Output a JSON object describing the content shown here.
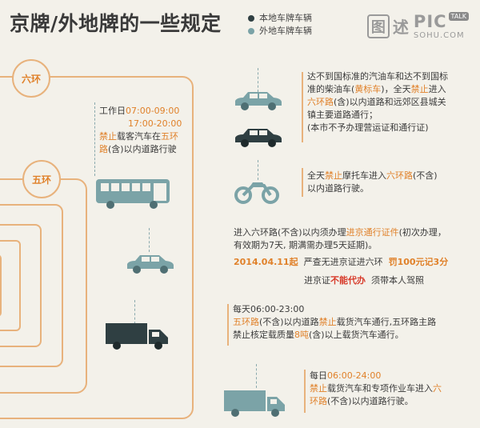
{
  "title": "京牌/外地牌的一些规定",
  "legend": [
    {
      "label": "本地车牌车辆",
      "color": "#2f3f42"
    },
    {
      "label": "外地车牌车辆",
      "color": "#7ba3a7"
    }
  ],
  "logo": {
    "tu": "图",
    "shu": "述",
    "pic": "PIC",
    "talk": "TALK",
    "sohu": "SOHU.COM"
  },
  "rings": {
    "ring6": "六环",
    "ring5": "五环"
  },
  "colors": {
    "local": "#2f3f42",
    "nonlocal": "#7ba3a7",
    "accent": "#e0812a",
    "ring": "#e8b27c",
    "warn": "#d73a2a"
  },
  "rules": {
    "bus": {
      "icon": "bus-icon",
      "l1a": "工作日",
      "l1b": "07:00-09:00",
      "l2": "17:00-20:00",
      "l3a": "禁止",
      "l3b": "载客汽车在",
      "l3c": "五环",
      "l4a": "路",
      "l4b": "(含)以内道路行驶"
    },
    "yellow": {
      "icon": "car-icon",
      "l1": "达不到国标准的汽油车和达不到国标",
      "l2a": "准的柴油车(",
      "l2b": "黄标车",
      "l2c": ")，全天",
      "l2d": "禁止",
      "l2e": "进入",
      "l3a": "六环路",
      "l3b": "(含)以内道路和远郊区县城关",
      "l4": "镇主要道路通行；",
      "l5": "(本市不予办理营运证和通行证)"
    },
    "moto": {
      "icon": "motorcycle-icon",
      "l1a": "全天",
      "l1b": "禁止",
      "l1c": "摩托车进入",
      "l1d": "六环路",
      "l1e": "(不含)",
      "l2": "以内道路行驶。"
    },
    "permit": {
      "icon": "car-icon",
      "l1a": "进入六环路(不含)以内须办理",
      "l1b": "进京通行证件",
      "l1c": "(初次办理，",
      "l2": "有效期为7天, 期满需办理5天延期)。",
      "l3a": "2014.04.11起",
      "l3b": "严查无进京证进六环",
      "l3c": "罚100元记3分",
      "l4a": "进京证",
      "l4b": "不能代办",
      "l4c": "须带本人驾照"
    },
    "truck": {
      "icon": "truck-icon",
      "l1": "每天06:00-23:00",
      "l2a": "五环路",
      "l2b": "(不含)以内道路",
      "l2c": "禁止",
      "l2d": "载货汽车通行,五环路主路",
      "l3a": "禁止核定载质量",
      "l3b": "8吨",
      "l3c": "(含)以上载货汽车通行。"
    },
    "truck2": {
      "icon": "truck-icon",
      "l1a": "每日",
      "l1b": "06:00-24:00",
      "l2a": "禁止",
      "l2b": "载货汽车和专项作业车进入",
      "l2c": "六",
      "l3a": "环路",
      "l3b": "(不含)以内道路行驶。"
    }
  }
}
